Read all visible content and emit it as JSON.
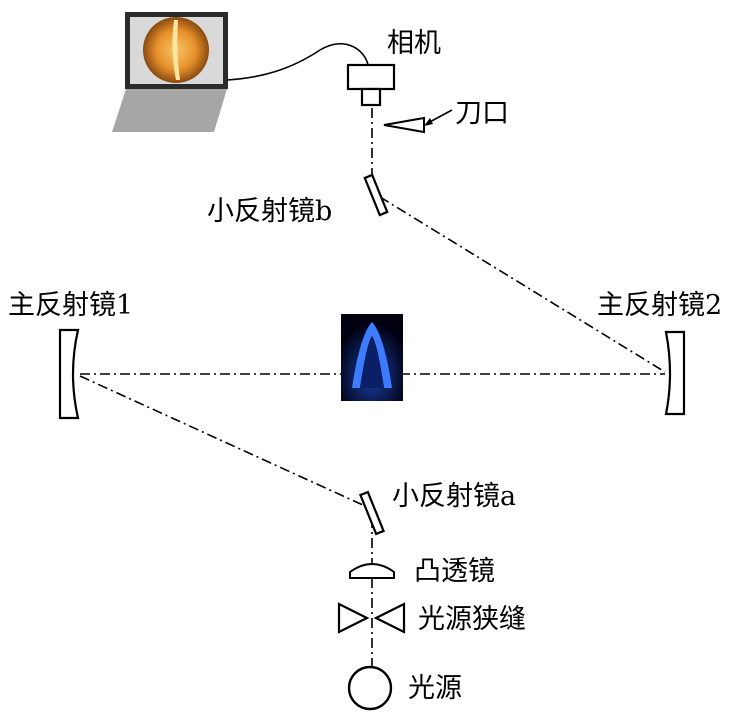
{
  "labels": {
    "camera": "相机",
    "knife_edge": "刀口",
    "small_mirror_b": "小反射镜b",
    "main_mirror_1": "主反射镜1",
    "main_mirror_2": "主反射镜2",
    "small_mirror_a": "小反射镜a",
    "convex_lens": "凸透镜",
    "source_slit": "光源狭缝",
    "light_source": "光源"
  },
  "colors": {
    "line": "#000000",
    "laptop_base": "#a6a6a6",
    "flame_blue": "#2f6bff"
  }
}
